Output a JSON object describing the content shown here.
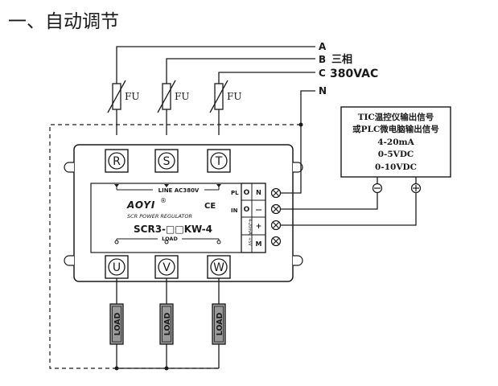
{
  "heading": "一、自动调节",
  "lines": {
    "a": "A",
    "b": "B",
    "c": "C",
    "n": "N",
    "phase_label": "三相",
    "voltage_label": "380VAC"
  },
  "fuse_label": "FU",
  "terminals": {
    "input": [
      "R",
      "S",
      "T"
    ],
    "output": [
      "U",
      "V",
      "W"
    ]
  },
  "regulator": {
    "line_label": "LINE AC380V",
    "brand": "AOYI",
    "registered_mark": "®",
    "ce_mark": "CE",
    "subtitle": "SCR POWER REGULATOR",
    "model": "SCR3-□□KW-4",
    "load_label": "LOAD",
    "side_labels": {
      "pl": "PL",
      "in": "IN"
    },
    "terminal_block": [
      {
        "left": "O",
        "right": "N"
      },
      {
        "left": "O",
        "right": "—"
      },
      {
        "left": "4-20mA",
        "right": "+"
      },
      {
        "left": "+5V",
        "right": "M"
      }
    ]
  },
  "signal_box": {
    "lines": [
      "TIC温控仪输出信号",
      "或PLC微电脑输出信号",
      "4-20mA",
      "0-5VDC",
      "0-10VDC"
    ],
    "negative": "−",
    "positive": "+"
  },
  "load_label": "LOAD",
  "colors": {
    "line": "#1a1a1a",
    "device_fill": "#ffffff",
    "load_fill": "#9a9a9a",
    "panel_fill": "#ffffff"
  }
}
